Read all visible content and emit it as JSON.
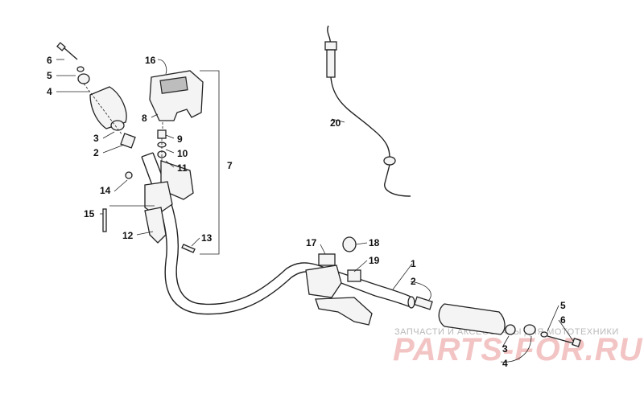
{
  "callouts": {
    "c1": "1",
    "c2a": "2",
    "c2b": "2",
    "c3a": "3",
    "c3b": "3",
    "c4a": "4",
    "c4b": "4",
    "c5a": "5",
    "c5b": "5",
    "c6a": "6",
    "c6b": "6",
    "c7": "7",
    "c8": "8",
    "c9": "9",
    "c10": "10",
    "c11": "11",
    "c12": "12",
    "c13": "13",
    "c14": "14",
    "c15": "15",
    "c16": "16",
    "c17": "17",
    "c18": "18",
    "c19": "19",
    "c20": "20"
  },
  "watermark": {
    "subtitle": "ЗАПЧАСТИ И АКСЕССУАРЫ ДЛЯ МОТОТЕХНИКИ",
    "brand": "PARTS-FOR.RU"
  }
}
